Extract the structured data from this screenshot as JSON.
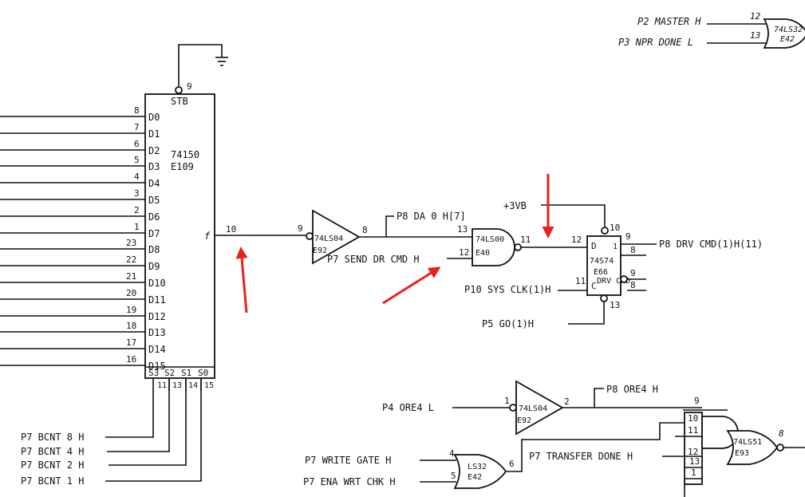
{
  "top_gate": {
    "inputs": [
      {
        "label": "P2 MASTER H",
        "pin": "12"
      },
      {
        "label": "P3 NPR DONE L",
        "pin": "13"
      }
    ],
    "part": "74LS32",
    "ref": "E42"
  },
  "mux": {
    "part": "74150",
    "ref": "E109",
    "strobe_label": "STB",
    "strobe_pin": "9",
    "data_inputs": [
      {
        "name": "D0",
        "pin": "8"
      },
      {
        "name": "D1",
        "pin": "7"
      },
      {
        "name": "D2",
        "pin": "6"
      },
      {
        "name": "D3",
        "pin": "5"
      },
      {
        "name": "D4",
        "pin": "4"
      },
      {
        "name": "D5",
        "pin": "3"
      },
      {
        "name": "D6",
        "pin": "2"
      },
      {
        "name": "D7",
        "pin": "1"
      },
      {
        "name": "D8",
        "pin": "23"
      },
      {
        "name": "D9",
        "pin": "22"
      },
      {
        "name": "D10",
        "pin": "21"
      },
      {
        "name": "D11",
        "pin": "20"
      },
      {
        "name": "D12",
        "pin": "19"
      },
      {
        "name": "D13",
        "pin": "18"
      },
      {
        "name": "D14",
        "pin": "17"
      },
      {
        "name": "D15",
        "pin": "16"
      }
    ],
    "output_label": "f",
    "output_pin": "10",
    "select_inputs": [
      {
        "name": "S3",
        "pin": "11"
      },
      {
        "name": "S2",
        "pin": "13"
      },
      {
        "name": "S1",
        "pin": "14"
      },
      {
        "name": "S0",
        "pin": "15"
      }
    ],
    "select_signals": [
      "P7 BCNT 8 H",
      "P7 BCNT 4 H",
      "P7 BCNT 2 H",
      "P7 BCNT 1 H"
    ]
  },
  "inverter1": {
    "part": "74LS04",
    "ref": "E92",
    "in_pin": "9",
    "out_pin": "8",
    "out_signal": "P8 DA 0 H[7]"
  },
  "nand1": {
    "part": "74LS00",
    "ref": "E40",
    "in_pins": [
      "13",
      "12"
    ],
    "out_pin": "11",
    "input_signal": "P7 SEND DR CMD H"
  },
  "flipflop": {
    "part": "74S74",
    "ref": "E66",
    "sublabel": "DRV CMD",
    "d_label": "D",
    "c_label": "C",
    "d_pin": "12",
    "clk_pin": "11",
    "preset_pin": "10",
    "clear_pin": "13",
    "q_pins": [
      "1",
      "8"
    ],
    "out_pins": [
      "9",
      "8"
    ],
    "preset_signal": "+3VB",
    "clock_signal": "P10 SYS CLK(1)H",
    "clear_signal": "P5 GO(1)H",
    "output_signal": "P8 DRV CMD(1)H(11)"
  },
  "inverter2": {
    "part": "74LS04",
    "ref": "E92",
    "in_pin": "1",
    "out_pin": "2",
    "in_signal": "P4 ORE4 L",
    "out_signal": "P8 ORE4 H"
  },
  "or_gate": {
    "part": "LS32",
    "ref": "E42",
    "in_pins": [
      "4",
      "5"
    ],
    "out_pin": "6",
    "inputs": [
      "P7 WRITE GATE H",
      "P7 ENA WRT CHK H"
    ]
  },
  "nand4": {
    "part": "74LS51",
    "ref": "E93",
    "in_pins": [
      "9",
      "10",
      "11",
      "12",
      "13",
      "1"
    ],
    "out_pin": "8",
    "input_signal": "P7 TRANSFER DONE H"
  },
  "annotation_color": "#e8211c"
}
